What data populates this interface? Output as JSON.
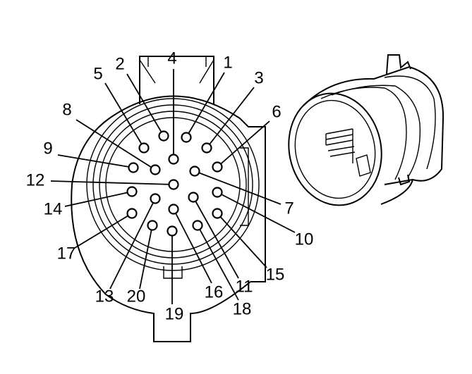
{
  "diagram": {
    "pins": [
      {
        "label": "1"
      },
      {
        "label": "2"
      },
      {
        "label": "3"
      },
      {
        "label": "4"
      },
      {
        "label": "5"
      },
      {
        "label": "6"
      },
      {
        "label": "7"
      },
      {
        "label": "8"
      },
      {
        "label": "9"
      },
      {
        "label": "10"
      },
      {
        "label": "11"
      },
      {
        "label": "12"
      },
      {
        "label": "13"
      },
      {
        "label": "14"
      },
      {
        "label": "15"
      },
      {
        "label": "16"
      },
      {
        "label": "17"
      },
      {
        "label": "18"
      },
      {
        "label": "19"
      },
      {
        "label": "20"
      }
    ]
  }
}
